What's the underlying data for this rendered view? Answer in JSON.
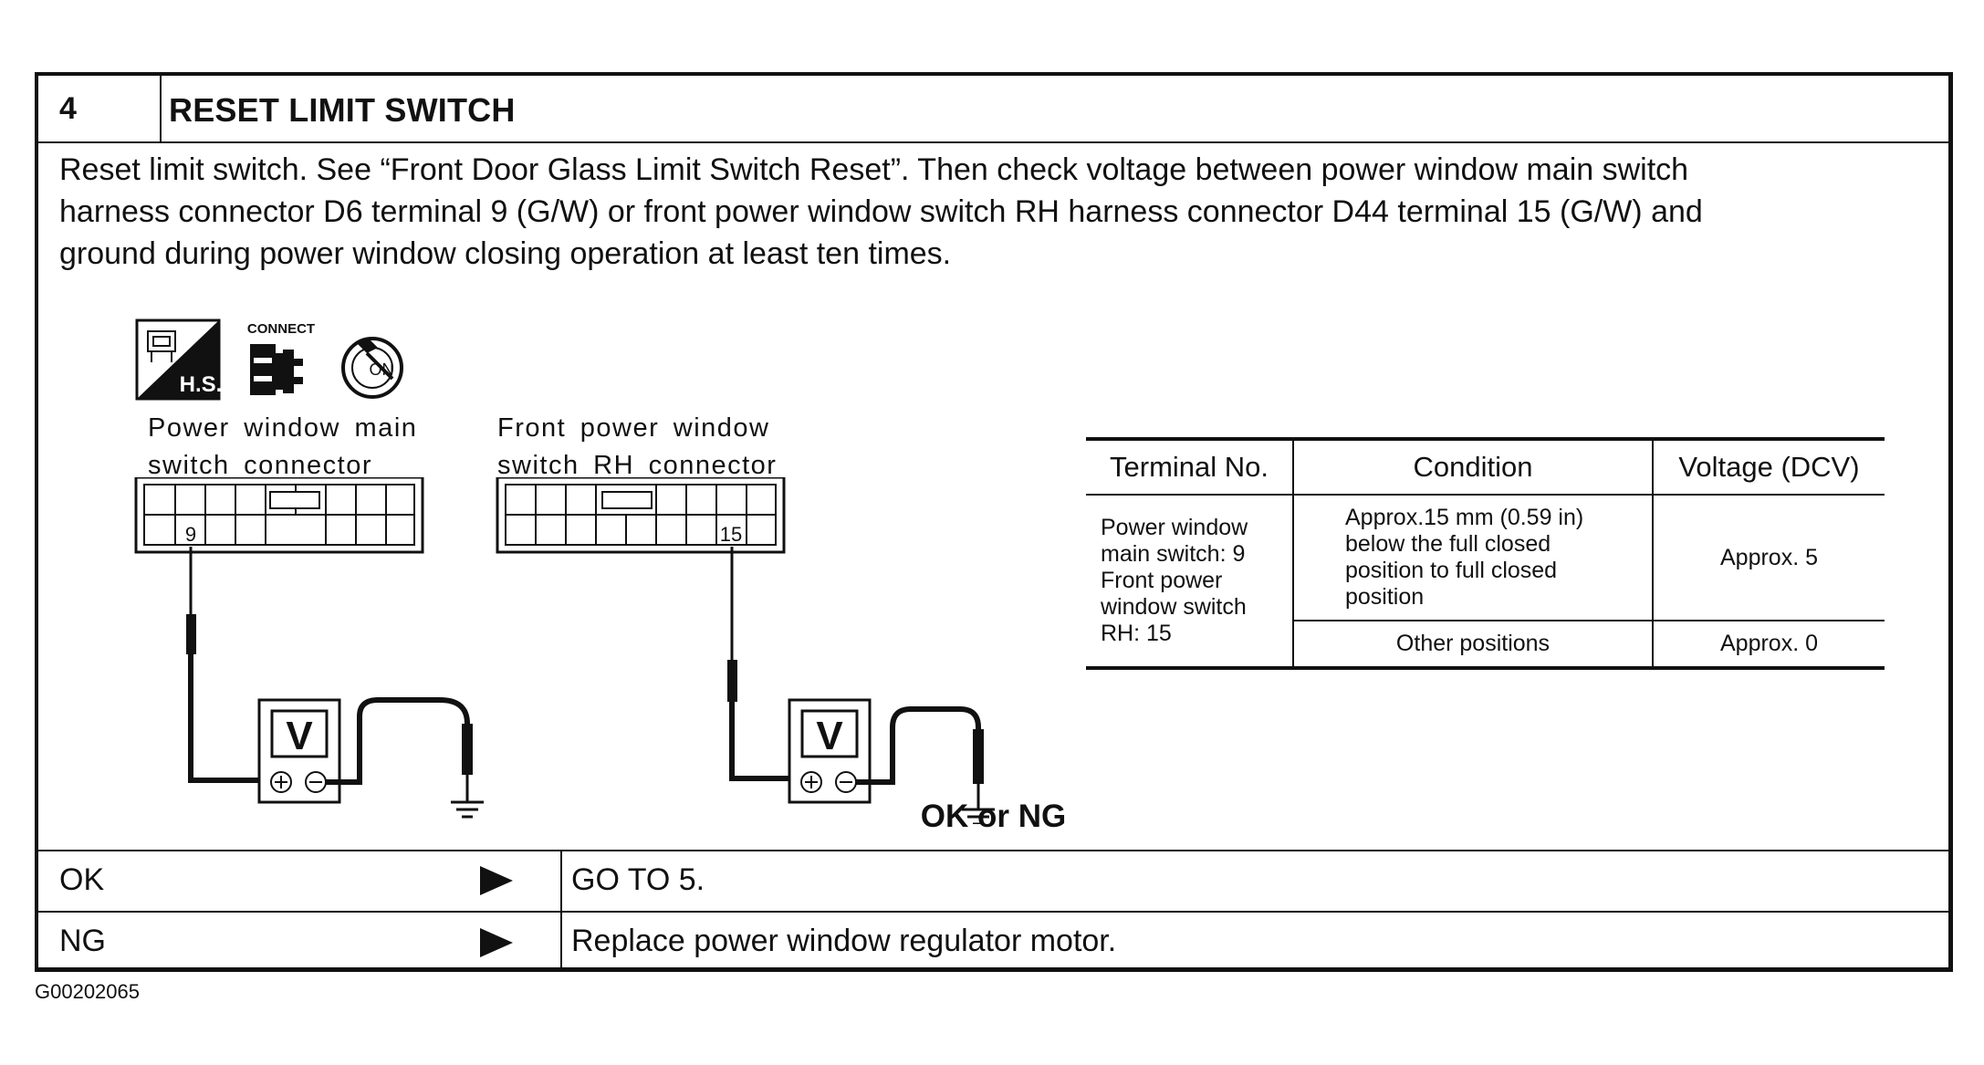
{
  "step": {
    "number": "4",
    "title": "RESET LIMIT SWITCH",
    "instruction_lines": [
      "Reset limit switch. See “Front Door Glass Limit Switch Reset”. Then check voltage between power window main switch",
      "harness connector D6 terminal 9 (G/W) or front power window switch RH harness connector D44 terminal 15 (G/W) and",
      "ground during power window closing operation at least ten times."
    ]
  },
  "icons": {
    "hs_label": "H.S.",
    "connect_label": "CONNECT",
    "ignition_label": "ON"
  },
  "connectors": {
    "main_switch": {
      "label_line1": "Power window main",
      "label_line2": "switch connector",
      "terminal": "9",
      "meter": "V"
    },
    "rh_switch": {
      "label_line1": "Front power window",
      "label_line2": "switch RH connector",
      "terminal": "15",
      "meter": "V"
    }
  },
  "spec_table": {
    "headers": [
      "Terminal No.",
      "Condition",
      "Voltage (DCV)"
    ],
    "terminal_lines": [
      "Power window",
      "main switch: 9",
      "Front power",
      "window switch",
      "RH: 15"
    ],
    "rows": [
      {
        "condition_lines": [
          "Approx.15 mm (0.59 in)",
          "below the full closed",
          "position to full closed",
          "position"
        ],
        "voltage": "Approx. 5"
      },
      {
        "condition_lines": [
          "Other positions"
        ],
        "voltage": "Approx. 0"
      }
    ]
  },
  "result": {
    "question": "OK or NG",
    "ok": {
      "label": "OK",
      "action": "GO TO 5."
    },
    "ng": {
      "label": "NG",
      "action": "Replace power window regulator motor."
    }
  },
  "figure_code": "G00202065"
}
